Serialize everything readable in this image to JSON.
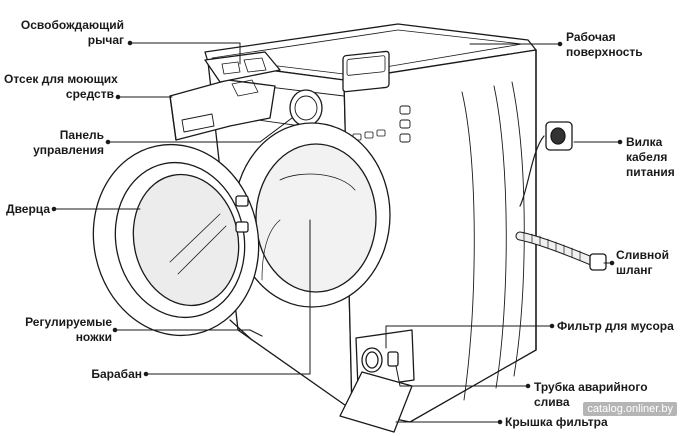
{
  "labels": {
    "release_lever": [
      "Освобождающий",
      "рычаг"
    ],
    "detergent_drawer": [
      "Отсек для моющих",
      "средств"
    ],
    "control_panel": [
      "Панель",
      "управления"
    ],
    "door": [
      "Дверца"
    ],
    "adjustable_feet": [
      "Регулируемые",
      "ножки"
    ],
    "drum": [
      "Барабан"
    ],
    "worktop": [
      "Рабочая",
      "поверхность"
    ],
    "power_plug": [
      "Вилка",
      "кабеля",
      "питания"
    ],
    "drain_hose": [
      "Сливной",
      "шланг"
    ],
    "debris_filter": [
      "Фильтр для мусора"
    ],
    "emergency_drain": [
      "Трубка аварийного",
      "слива"
    ],
    "filter_cover": [
      "Крышка фильтра"
    ]
  },
  "watermark": "catalog.onliner.by",
  "colors": {
    "line": "#1a1a1a",
    "fill": "#ffffff",
    "shade": "#e6e6e6"
  }
}
